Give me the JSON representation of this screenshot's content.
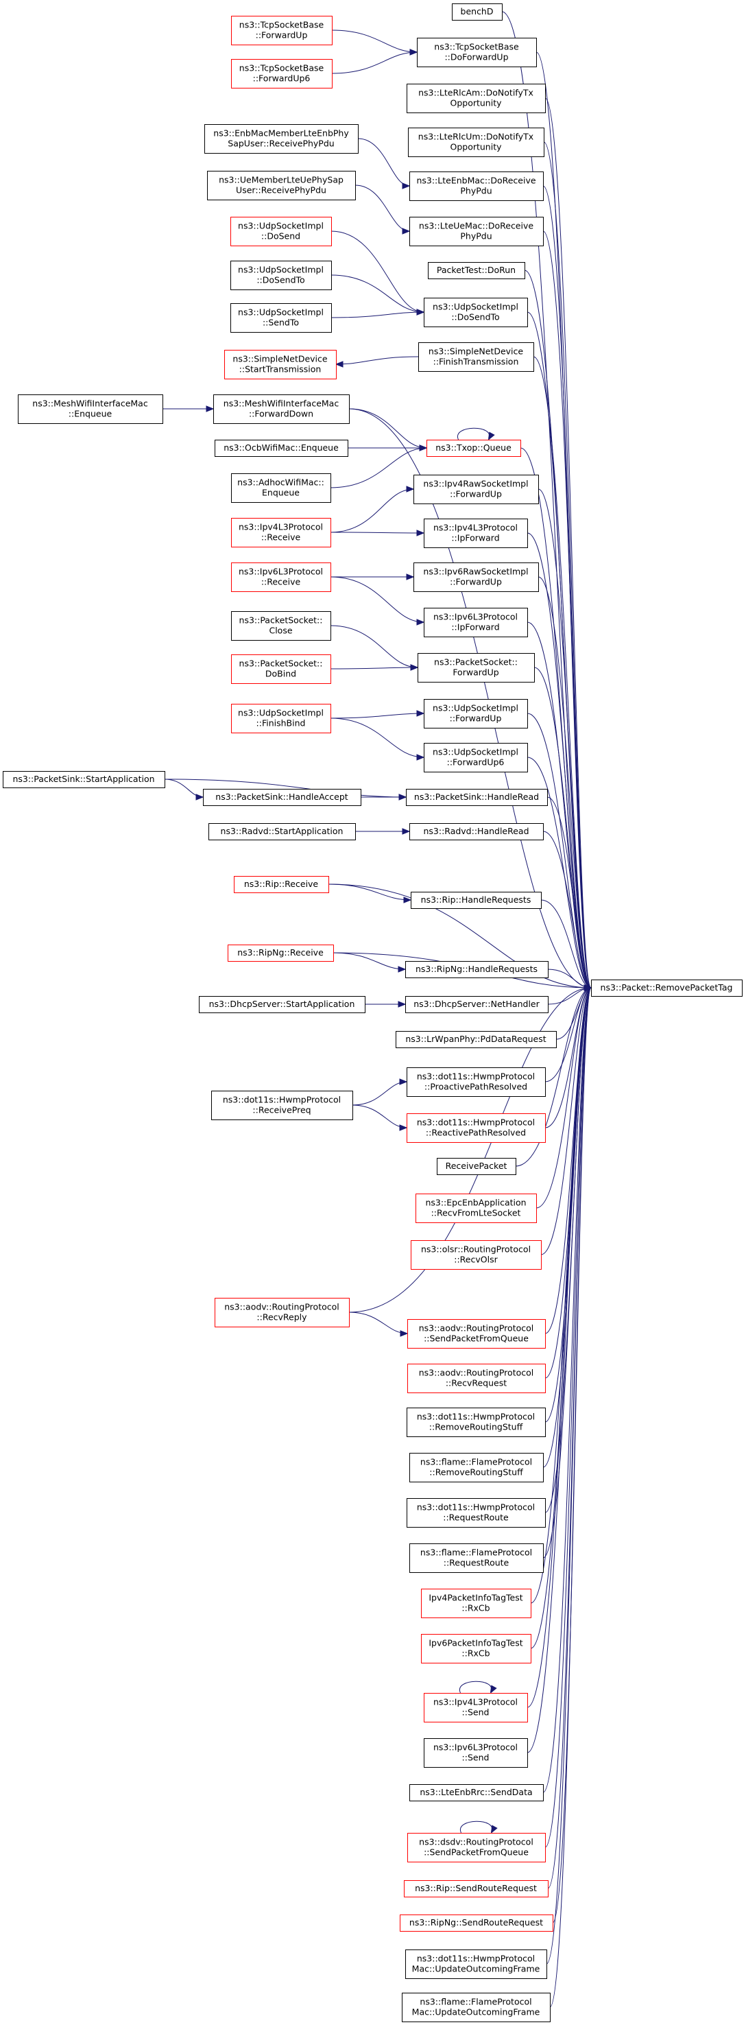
{
  "graph": {
    "title": "",
    "colors": {
      "edge": "#191970",
      "border_normal": "#000000",
      "border_truncated": "#ff0000",
      "root_fill": "#bfbfbf"
    },
    "root": {
      "id": "root",
      "lines": [
        "ns3::Packet::RemovePacketTag"
      ],
      "style": "root"
    },
    "callers": [
      {
        "id": "benchD",
        "lines": [
          "benchD"
        ],
        "style": "normal"
      },
      {
        "id": "tcp_doforwardup",
        "lines": [
          "ns3::TcpSocketBase",
          "::DoForwardUp"
        ],
        "style": "normal"
      },
      {
        "id": "tcp_forwardup",
        "lines": [
          "ns3::TcpSocketBase",
          "::ForwardUp"
        ],
        "style": "truncated"
      },
      {
        "id": "tcp_forwardup6",
        "lines": [
          "ns3::TcpSocketBase",
          "::ForwardUp6"
        ],
        "style": "truncated"
      },
      {
        "id": "rlcam_notify",
        "lines": [
          "ns3::LteRlcAm::DoNotifyTx",
          "Opportunity"
        ],
        "style": "normal"
      },
      {
        "id": "rlcum_notify",
        "lines": [
          "ns3::LteRlcUm::DoNotifyTx",
          "Opportunity"
        ],
        "style": "normal"
      },
      {
        "id": "enbmac_receive",
        "lines": [
          "ns3::LteEnbMac::DoReceive",
          "PhyPdu"
        ],
        "style": "normal"
      },
      {
        "id": "enbmac_member",
        "lines": [
          "ns3::EnbMacMemberLteEnbPhy",
          "SapUser::ReceivePhyPdu"
        ],
        "style": "normal"
      },
      {
        "id": "uemac_receive",
        "lines": [
          "ns3::LteUeMac::DoReceive",
          "PhyPdu"
        ],
        "style": "normal"
      },
      {
        "id": "uemac_member",
        "lines": [
          "ns3::UeMemberLteUePhySap",
          "User::ReceivePhyPdu"
        ],
        "style": "normal"
      },
      {
        "id": "packettest_dorun",
        "lines": [
          "PacketTest::DoRun"
        ],
        "style": "normal"
      },
      {
        "id": "udp_dosend",
        "lines": [
          "ns3::UdpSocketImpl",
          "::DoSend"
        ],
        "style": "truncated"
      },
      {
        "id": "udp_dosendto_a",
        "lines": [
          "ns3::UdpSocketImpl",
          "::DoSendTo"
        ],
        "style": "normal"
      },
      {
        "id": "udp_sendto",
        "lines": [
          "ns3::UdpSocketImpl",
          "::SendTo"
        ],
        "style": "normal"
      },
      {
        "id": "udp_dosendto",
        "lines": [
          "ns3::UdpSocketImpl",
          "::DoSendTo"
        ],
        "style": "normal"
      },
      {
        "id": "snd_finish",
        "lines": [
          "ns3::SimpleNetDevice",
          "::FinishTransmission"
        ],
        "style": "normal"
      },
      {
        "id": "snd_start",
        "lines": [
          "ns3::SimpleNetDevice",
          "::StartTransmission"
        ],
        "style": "truncated"
      },
      {
        "id": "mesh_enqueue",
        "lines": [
          "ns3::MeshWifiInterfaceMac",
          "::Enqueue"
        ],
        "style": "normal"
      },
      {
        "id": "mesh_forwarddown",
        "lines": [
          "ns3::MeshWifiInterfaceMac",
          "::ForwardDown"
        ],
        "style": "normal"
      },
      {
        "id": "ocb_enqueue",
        "lines": [
          "ns3::OcbWifiMac::Enqueue"
        ],
        "style": "normal"
      },
      {
        "id": "txop_queue",
        "lines": [
          "ns3::Txop::Queue"
        ],
        "style": "truncated"
      },
      {
        "id": "adhoc_enqueue",
        "lines": [
          "ns3::AdhocWifiMac::",
          "Enqueue"
        ],
        "style": "normal"
      },
      {
        "id": "ipv4raw_forwardup",
        "lines": [
          "ns3::Ipv4RawSocketImpl",
          "::ForwardUp"
        ],
        "style": "normal"
      },
      {
        "id": "ipv4l3_receive",
        "lines": [
          "ns3::Ipv4L3Protocol",
          "::Receive"
        ],
        "style": "truncated"
      },
      {
        "id": "ipv4l3_ipforward",
        "lines": [
          "ns3::Ipv4L3Protocol",
          "::IpForward"
        ],
        "style": "normal"
      },
      {
        "id": "ipv6l3_receive",
        "lines": [
          "ns3::Ipv6L3Protocol",
          "::Receive"
        ],
        "style": "truncated"
      },
      {
        "id": "ipv6raw_forwardup",
        "lines": [
          "ns3::Ipv6RawSocketImpl",
          "::ForwardUp"
        ],
        "style": "normal"
      },
      {
        "id": "ipv6l3_ipforward",
        "lines": [
          "ns3::Ipv6L3Protocol",
          "::IpForward"
        ],
        "style": "normal"
      },
      {
        "id": "ps_close",
        "lines": [
          "ns3::PacketSocket::",
          "Close"
        ],
        "style": "normal"
      },
      {
        "id": "ps_forwardup",
        "lines": [
          "ns3::PacketSocket::",
          "ForwardUp"
        ],
        "style": "normal"
      },
      {
        "id": "ps_dobind",
        "lines": [
          "ns3::PacketSocket::",
          "DoBind"
        ],
        "style": "truncated"
      },
      {
        "id": "udp_finishbind",
        "lines": [
          "ns3::UdpSocketImpl",
          "::FinishBind"
        ],
        "style": "truncated"
      },
      {
        "id": "udp_forwardup",
        "lines": [
          "ns3::UdpSocketImpl",
          "::ForwardUp"
        ],
        "style": "normal"
      },
      {
        "id": "udp_forwardup6",
        "lines": [
          "ns3::UdpSocketImpl",
          "::ForwardUp6"
        ],
        "style": "normal"
      },
      {
        "id": "psink_start",
        "lines": [
          "ns3::PacketSink::StartApplication"
        ],
        "style": "normal"
      },
      {
        "id": "psink_accept",
        "lines": [
          "ns3::PacketSink::HandleAccept"
        ],
        "style": "normal"
      },
      {
        "id": "psink_read",
        "lines": [
          "ns3::PacketSink::HandleRead"
        ],
        "style": "normal"
      },
      {
        "id": "radvd_start",
        "lines": [
          "ns3::Radvd::StartApplication"
        ],
        "style": "normal"
      },
      {
        "id": "radvd_read",
        "lines": [
          "ns3::Radvd::HandleRead"
        ],
        "style": "normal"
      },
      {
        "id": "rip_receive",
        "lines": [
          "ns3::Rip::Receive"
        ],
        "style": "truncated"
      },
      {
        "id": "rip_requests",
        "lines": [
          "ns3::Rip::HandleRequests"
        ],
        "style": "normal"
      },
      {
        "id": "ripng_receive",
        "lines": [
          "ns3::RipNg::Receive"
        ],
        "style": "truncated"
      },
      {
        "id": "ripng_requests",
        "lines": [
          "ns3::RipNg::HandleRequests"
        ],
        "style": "normal"
      },
      {
        "id": "dhcp_start",
        "lines": [
          "ns3::DhcpServer::StartApplication"
        ],
        "style": "normal"
      },
      {
        "id": "dhcp_net",
        "lines": [
          "ns3::DhcpServer::NetHandler"
        ],
        "style": "normal"
      },
      {
        "id": "lrwpan",
        "lines": [
          "ns3::LrWpanPhy::PdDataRequest"
        ],
        "style": "normal"
      },
      {
        "id": "hwmp_proactive",
        "lines": [
          "ns3::dot11s::HwmpProtocol",
          "::ProactivePathResolved"
        ],
        "style": "normal"
      },
      {
        "id": "hwmp_preq",
        "lines": [
          "ns3::dot11s::HwmpProtocol",
          "::ReceivePreq"
        ],
        "style": "normal"
      },
      {
        "id": "hwmp_reactive",
        "lines": [
          "ns3::dot11s::HwmpProtocol",
          "::ReactivePathResolved"
        ],
        "style": "truncated"
      },
      {
        "id": "receivepacket",
        "lines": [
          "ReceivePacket"
        ],
        "style": "normal"
      },
      {
        "id": "epc_recv",
        "lines": [
          "ns3::EpcEnbApplication",
          "::RecvFromLteSocket"
        ],
        "style": "truncated"
      },
      {
        "id": "olsr_recv",
        "lines": [
          "ns3::olsr::RoutingProtocol",
          "::RecvOlsr"
        ],
        "style": "truncated"
      },
      {
        "id": "aodv_reply",
        "lines": [
          "ns3::aodv::RoutingProtocol",
          "::RecvReply"
        ],
        "style": "truncated"
      },
      {
        "id": "aodv_sendq",
        "lines": [
          "ns3::aodv::RoutingProtocol",
          "::SendPacketFromQueue"
        ],
        "style": "truncated"
      },
      {
        "id": "aodv_request",
        "lines": [
          "ns3::aodv::RoutingProtocol",
          "::RecvRequest"
        ],
        "style": "truncated"
      },
      {
        "id": "hwmp_remove",
        "lines": [
          "ns3::dot11s::HwmpProtocol",
          "::RemoveRoutingStuff"
        ],
        "style": "normal"
      },
      {
        "id": "flame_remove",
        "lines": [
          "ns3::flame::FlameProtocol",
          "::RemoveRoutingStuff"
        ],
        "style": "normal"
      },
      {
        "id": "hwmp_reqroute",
        "lines": [
          "ns3::dot11s::HwmpProtocol",
          "::RequestRoute"
        ],
        "style": "normal"
      },
      {
        "id": "flame_reqroute",
        "lines": [
          "ns3::flame::FlameProtocol",
          "::RequestRoute"
        ],
        "style": "normal"
      },
      {
        "id": "ipv4tag_rxcb",
        "lines": [
          "Ipv4PacketInfoTagTest",
          "::RxCb"
        ],
        "style": "truncated"
      },
      {
        "id": "ipv6tag_rxcb",
        "lines": [
          "Ipv6PacketInfoTagTest",
          "::RxCb"
        ],
        "style": "truncated"
      },
      {
        "id": "ipv4l3_send",
        "lines": [
          "ns3::Ipv4L3Protocol",
          "::Send"
        ],
        "style": "truncated"
      },
      {
        "id": "ipv6l3_send",
        "lines": [
          "ns3::Ipv6L3Protocol",
          "::Send"
        ],
        "style": "normal"
      },
      {
        "id": "lteenbrrc",
        "lines": [
          "ns3::LteEnbRrc::SendData"
        ],
        "style": "normal"
      },
      {
        "id": "dsdv_sendq",
        "lines": [
          "ns3::dsdv::RoutingProtocol",
          "::SendPacketFromQueue"
        ],
        "style": "truncated"
      },
      {
        "id": "rip_sendreq",
        "lines": [
          "ns3::Rip::SendRouteRequest"
        ],
        "style": "truncated"
      },
      {
        "id": "ripng_sendreq",
        "lines": [
          "ns3::RipNg::SendRouteRequest"
        ],
        "style": "truncated"
      },
      {
        "id": "hwmpmac_update",
        "lines": [
          "ns3::dot11s::HwmpProtocol",
          "Mac::UpdateOutcomingFrame"
        ],
        "style": "normal"
      },
      {
        "id": "flamemac_update",
        "lines": [
          "ns3::flame::FlameProtocol",
          "Mac::UpdateOutcomingFrame"
        ],
        "style": "normal"
      }
    ],
    "edges": [
      [
        "benchD",
        "root"
      ],
      [
        "tcp_doforwardup",
        "root"
      ],
      [
        "rlcam_notify",
        "root"
      ],
      [
        "rlcum_notify",
        "root"
      ],
      [
        "enbmac_receive",
        "root"
      ],
      [
        "uemac_receive",
        "root"
      ],
      [
        "packettest_dorun",
        "root"
      ],
      [
        "udp_dosendto",
        "root"
      ],
      [
        "snd_finish",
        "root"
      ],
      [
        "mesh_forwarddown",
        "root"
      ],
      [
        "txop_queue",
        "root"
      ],
      [
        "ipv4raw_forwardup",
        "root"
      ],
      [
        "ipv4l3_ipforward",
        "root"
      ],
      [
        "ipv6raw_forwardup",
        "root"
      ],
      [
        "ipv6l3_ipforward",
        "root"
      ],
      [
        "ps_forwardup",
        "root"
      ],
      [
        "udp_forwardup",
        "root"
      ],
      [
        "udp_forwardup6",
        "root"
      ],
      [
        "psink_read",
        "root"
      ],
      [
        "radvd_read",
        "root"
      ],
      [
        "rip_receive",
        "root"
      ],
      [
        "rip_requests",
        "root"
      ],
      [
        "ripng_receive",
        "root"
      ],
      [
        "ripng_requests",
        "root"
      ],
      [
        "dhcp_net",
        "root"
      ],
      [
        "lrwpan",
        "root"
      ],
      [
        "hwmp_proactive",
        "root"
      ],
      [
        "hwmp_reactive",
        "root"
      ],
      [
        "receivepacket",
        "root"
      ],
      [
        "epc_recv",
        "root"
      ],
      [
        "olsr_recv",
        "root"
      ],
      [
        "aodv_reply",
        "root"
      ],
      [
        "aodv_sendq",
        "root"
      ],
      [
        "aodv_request",
        "root"
      ],
      [
        "hwmp_remove",
        "root"
      ],
      [
        "flame_remove",
        "root"
      ],
      [
        "hwmp_reqroute",
        "root"
      ],
      [
        "flame_reqroute",
        "root"
      ],
      [
        "ipv4tag_rxcb",
        "root"
      ],
      [
        "ipv6tag_rxcb",
        "root"
      ],
      [
        "ipv4l3_send",
        "root"
      ],
      [
        "ipv6l3_send",
        "root"
      ],
      [
        "lteenbrrc",
        "root"
      ],
      [
        "dsdv_sendq",
        "root"
      ],
      [
        "rip_sendreq",
        "root"
      ],
      [
        "ripng_sendreq",
        "root"
      ],
      [
        "hwmpmac_update",
        "root"
      ],
      [
        "flamemac_update",
        "root"
      ],
      [
        "tcp_forwardup",
        "tcp_doforwardup"
      ],
      [
        "tcp_forwardup6",
        "tcp_doforwardup"
      ],
      [
        "enbmac_member",
        "enbmac_receive"
      ],
      [
        "uemac_member",
        "uemac_receive"
      ],
      [
        "udp_dosend",
        "udp_dosendto"
      ],
      [
        "udp_dosendto_a",
        "udp_dosendto"
      ],
      [
        "udp_sendto",
        "udp_dosendto"
      ],
      [
        "snd_finish",
        "snd_start"
      ],
      [
        "mesh_enqueue",
        "mesh_forwarddown"
      ],
      [
        "mesh_forwarddown",
        "txop_queue"
      ],
      [
        "ocb_enqueue",
        "txop_queue"
      ],
      [
        "adhoc_enqueue",
        "txop_queue"
      ],
      [
        "txop_queue",
        "txop_queue"
      ],
      [
        "ipv4l3_receive",
        "ipv4raw_forwardup"
      ],
      [
        "ipv4l3_receive",
        "ipv4l3_ipforward"
      ],
      [
        "ipv6l3_receive",
        "ipv6raw_forwardup"
      ],
      [
        "ipv6l3_receive",
        "ipv6l3_ipforward"
      ],
      [
        "ps_close",
        "ps_forwardup"
      ],
      [
        "ps_dobind",
        "ps_forwardup"
      ],
      [
        "udp_finishbind",
        "udp_forwardup"
      ],
      [
        "udp_finishbind",
        "udp_forwardup6"
      ],
      [
        "psink_start",
        "psink_accept"
      ],
      [
        "psink_start",
        "psink_read"
      ],
      [
        "psink_accept",
        "psink_read"
      ],
      [
        "radvd_start",
        "radvd_read"
      ],
      [
        "rip_receive",
        "rip_requests"
      ],
      [
        "ripng_receive",
        "ripng_requests"
      ],
      [
        "dhcp_start",
        "dhcp_net"
      ],
      [
        "hwmp_preq",
        "hwmp_proactive"
      ],
      [
        "hwmp_preq",
        "hwmp_reactive"
      ],
      [
        "aodv_reply",
        "aodv_sendq"
      ],
      [
        "ipv4l3_send",
        "ipv4l3_send"
      ],
      [
        "dsdv_sendq",
        "dsdv_sendq"
      ]
    ]
  }
}
